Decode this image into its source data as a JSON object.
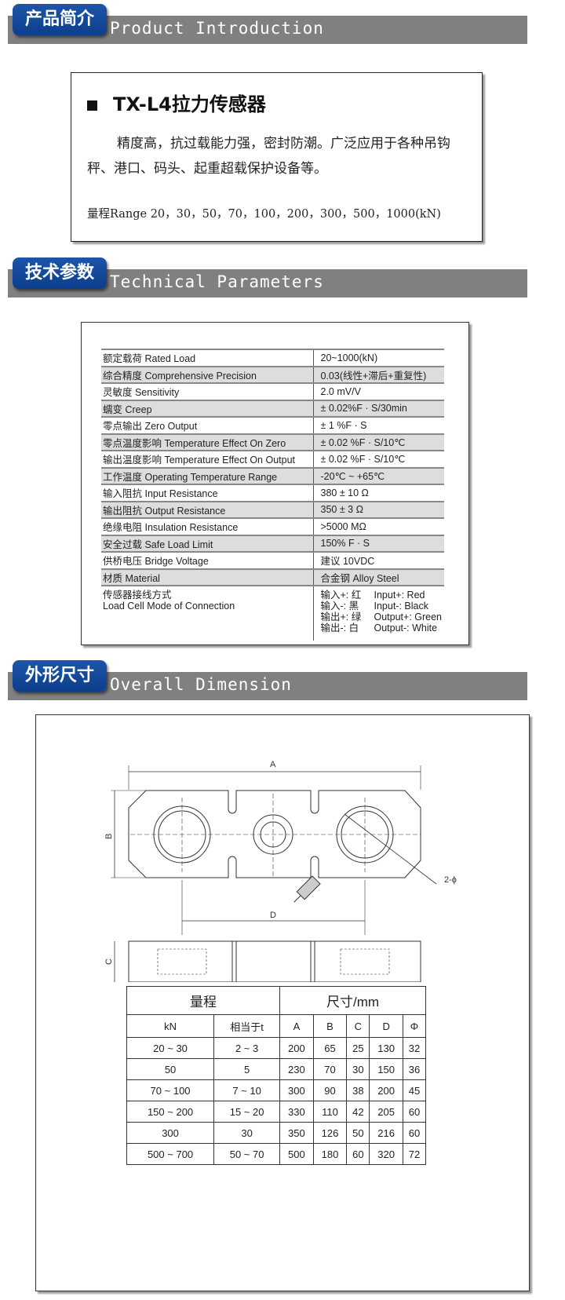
{
  "sections": {
    "intro": {
      "badge": "产品简介",
      "title": "Product Introduction"
    },
    "tech": {
      "badge": "技术参数",
      "title": "Technical Parameters"
    },
    "dimension": {
      "badge": "外形尺寸",
      "title": "Overall Dimension"
    }
  },
  "product": {
    "title": "TX-L4拉力传感器",
    "description": "精度高，抗过载能力强，密封防潮。广泛应用于各种吊钩秤、港口、码头、起重超载保护设备等。",
    "range": "量程Range  20，30，50，70，100，200，300，500，1000(kN)"
  },
  "specs": [
    {
      "label": "额定载荷 Rated Load",
      "value": "20~1000(kN)"
    },
    {
      "label": "综合精度 Comprehensive Precision",
      "value": "0.03(线性+滞后+重复性)"
    },
    {
      "label": "灵敏度 Sensitivity",
      "value": "2.0 mV/V"
    },
    {
      "label": "蠕变 Creep",
      "value": "± 0.02%F · S/30min"
    },
    {
      "label": "零点输出 Zero Output",
      "value": "± 1 %F · S"
    },
    {
      "label": "零点温度影响 Temperature Effect On Zero",
      "value": "± 0.02 %F · S/10℃"
    },
    {
      "label": "输出温度影响 Temperature Effect On Output",
      "value": "± 0.02 %F · S/10℃"
    },
    {
      "label": "工作温度 Operating Temperature Range",
      "value": "-20℃ ~ +65℃"
    },
    {
      "label": "输入阻抗 Input Resistance",
      "value": "380 ± 10 Ω"
    },
    {
      "label": "输出阻抗 Output Resistance",
      "value": "350 ± 3 Ω"
    },
    {
      "label": "绝缘电阻 Insulation Resistance",
      "value": ">5000 MΩ"
    },
    {
      "label": "安全过载 Safe Load Limit",
      "value": "150% F · S"
    },
    {
      "label": "供桥电压 Bridge Voltage",
      "value": "建议 10VDC"
    },
    {
      "label": "材质 Material",
      "value": "合金钢 Alloy Steel"
    }
  ],
  "connection": {
    "label_cn": "传感器接线方式",
    "label_en": "Load Cell Mode of Connection",
    "wires": [
      {
        "cn": "输入+: 红",
        "en": "Input+: Red"
      },
      {
        "cn": "输入-: 黑",
        "en": "Input-: Black"
      },
      {
        "cn": "输出+: 绿",
        "en": "Output+: Green"
      },
      {
        "cn": "输出-: 白",
        "en": "Output-: White"
      }
    ]
  },
  "drawing": {
    "labels": {
      "a": "A",
      "b": "B",
      "c": "C",
      "d": "D",
      "hole": "2-ϕ"
    }
  },
  "dim_table": {
    "group_range": "量程",
    "group_size": "尺寸/mm",
    "headers": [
      "kN",
      "相当于t",
      "A",
      "B",
      "C",
      "D",
      "Φ"
    ],
    "rows": [
      [
        "20 ~ 30",
        "2 ~ 3",
        "200",
        "65",
        "25",
        "130",
        "32"
      ],
      [
        "50",
        "5",
        "230",
        "70",
        "30",
        "150",
        "36"
      ],
      [
        "70 ~ 100",
        "7 ~ 10",
        "300",
        "90",
        "38",
        "200",
        "45"
      ],
      [
        "150 ~ 200",
        "15 ~ 20",
        "330",
        "110",
        "42",
        "205",
        "60"
      ],
      [
        "300",
        "30",
        "350",
        "126",
        "50",
        "216",
        "60"
      ],
      [
        "500 ~ 700",
        "50 ~ 70",
        "500",
        "180",
        "60",
        "320",
        "72"
      ]
    ]
  }
}
